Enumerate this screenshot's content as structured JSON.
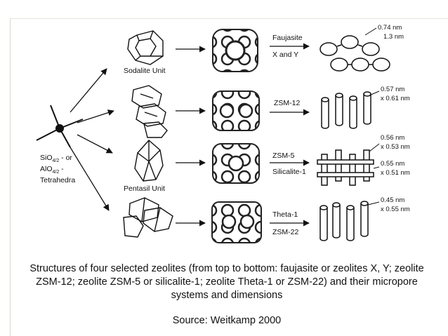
{
  "left_labels": {
    "line1": "SiO",
    "line1_sub": "4/2",
    "line1_tail": " - or",
    "line2": "AlO",
    "line2_sub": "4/2",
    "line2_tail": " -",
    "line3": "Tetrahedra"
  },
  "units": {
    "sodalite": "Sodalite Unit",
    "pentasil": "Pentasil Unit"
  },
  "rows": [
    {
      "name": "Faujasite",
      "name2": "X and Y",
      "dim1": "0.74 nm",
      "dim2": "1.3 nm"
    },
    {
      "name": "ZSM-12",
      "name2": "",
      "dim1": "0.57 nm",
      "dim2": "x 0.61 nm"
    },
    {
      "name": "ZSM-5",
      "name2": "Silicalite-1",
      "dim1": "0.56 nm",
      "dim2": "x 0.53 nm",
      "dim3": "0.55 nm",
      "dim4": "x 0.51 nm"
    },
    {
      "name": "Theta-1",
      "name2": "ZSM-22",
      "dim1": "0.45 nm",
      "dim2": "x 0.55 nm"
    }
  ],
  "caption": "Structures of four selected zeolites (from top to bottom: faujasite or zeolites X, Y; zeolite ZSM-12; zeolite ZSM-5 or silicalite-1; zeolite Theta-1 or ZSM-22) and their micropore systems and dimensions",
  "source": "Source:  Weitkamp 2000"
}
